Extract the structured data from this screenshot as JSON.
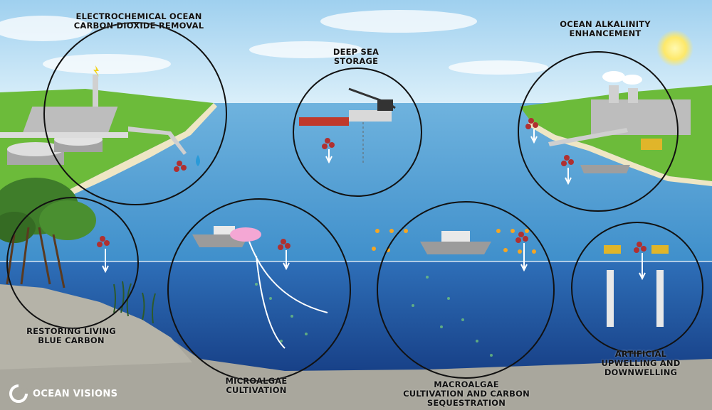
{
  "colors": {
    "sky": "#bfe3f5",
    "ocean_surface": "#3e8fc9",
    "deep_ocean": "#1f4f9e",
    "land": "#6cbb3a",
    "seafloor": "#a9a79d",
    "circle_outline": "#111111"
  },
  "labels": {
    "electrochemical": [
      "ELECTROCHEMICAL OCEAN",
      "CARBON DIOXIDE REMOVAL"
    ],
    "deep_sea": [
      "DEEP SEA",
      "STORAGE"
    ],
    "alkalinity": [
      "OCEAN ALKALINITY",
      "ENHANCEMENT"
    ],
    "blue_carbon": [
      "RESTORING LIVING",
      "BLUE CARBON"
    ],
    "microalgae": [
      "MICROALGAE",
      "CULTIVATION"
    ],
    "macroalgae": [
      "MACROALGAE",
      "CULTIVATION AND CARBON",
      "SEQUESTRATION"
    ],
    "upwelling": [
      "ARTIFICIAL",
      "UPWELLING AND",
      "DOWNWELLING"
    ]
  },
  "logo": {
    "text": "OCEAN VISIONS",
    "icon": "ocean-visions-logo-icon"
  }
}
